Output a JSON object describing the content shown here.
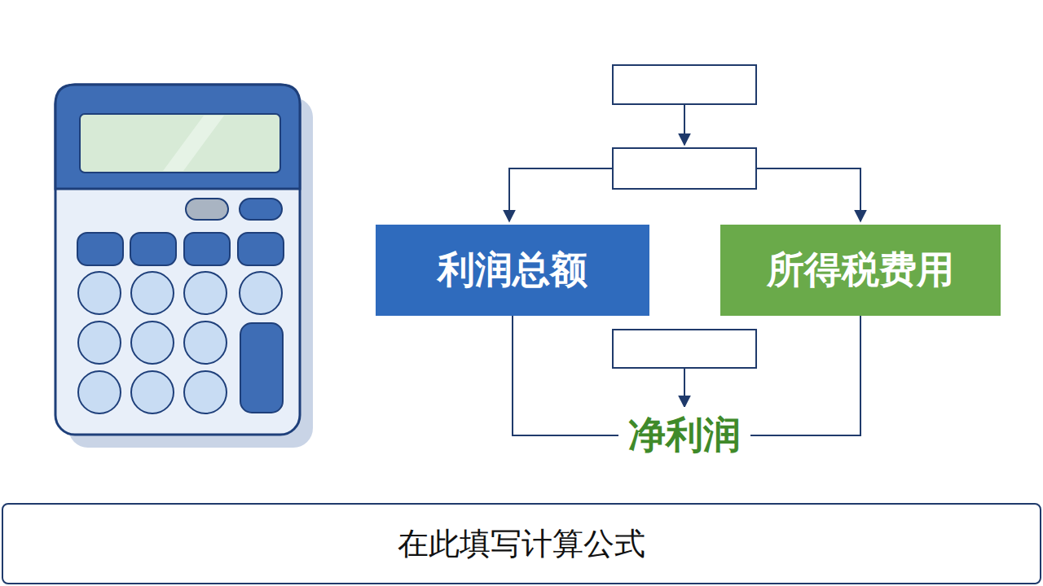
{
  "diagram": {
    "nodes": [
      {
        "text": [
          "利润总额"
        ]
      },
      {
        "text": [
          "所得税费用"
        ]
      },
      {
        "text": [
          "净利润"
        ]
      },
      {
        "text": [
          "在此填写计算公式"
        ]
      }
    ],
    "edges": [
      {
        "from": 0,
        "to": 2,
        "arrow": "none"
      },
      {
        "from": 1,
        "to": 2,
        "arrow": "none"
      }
    ]
  }
}
